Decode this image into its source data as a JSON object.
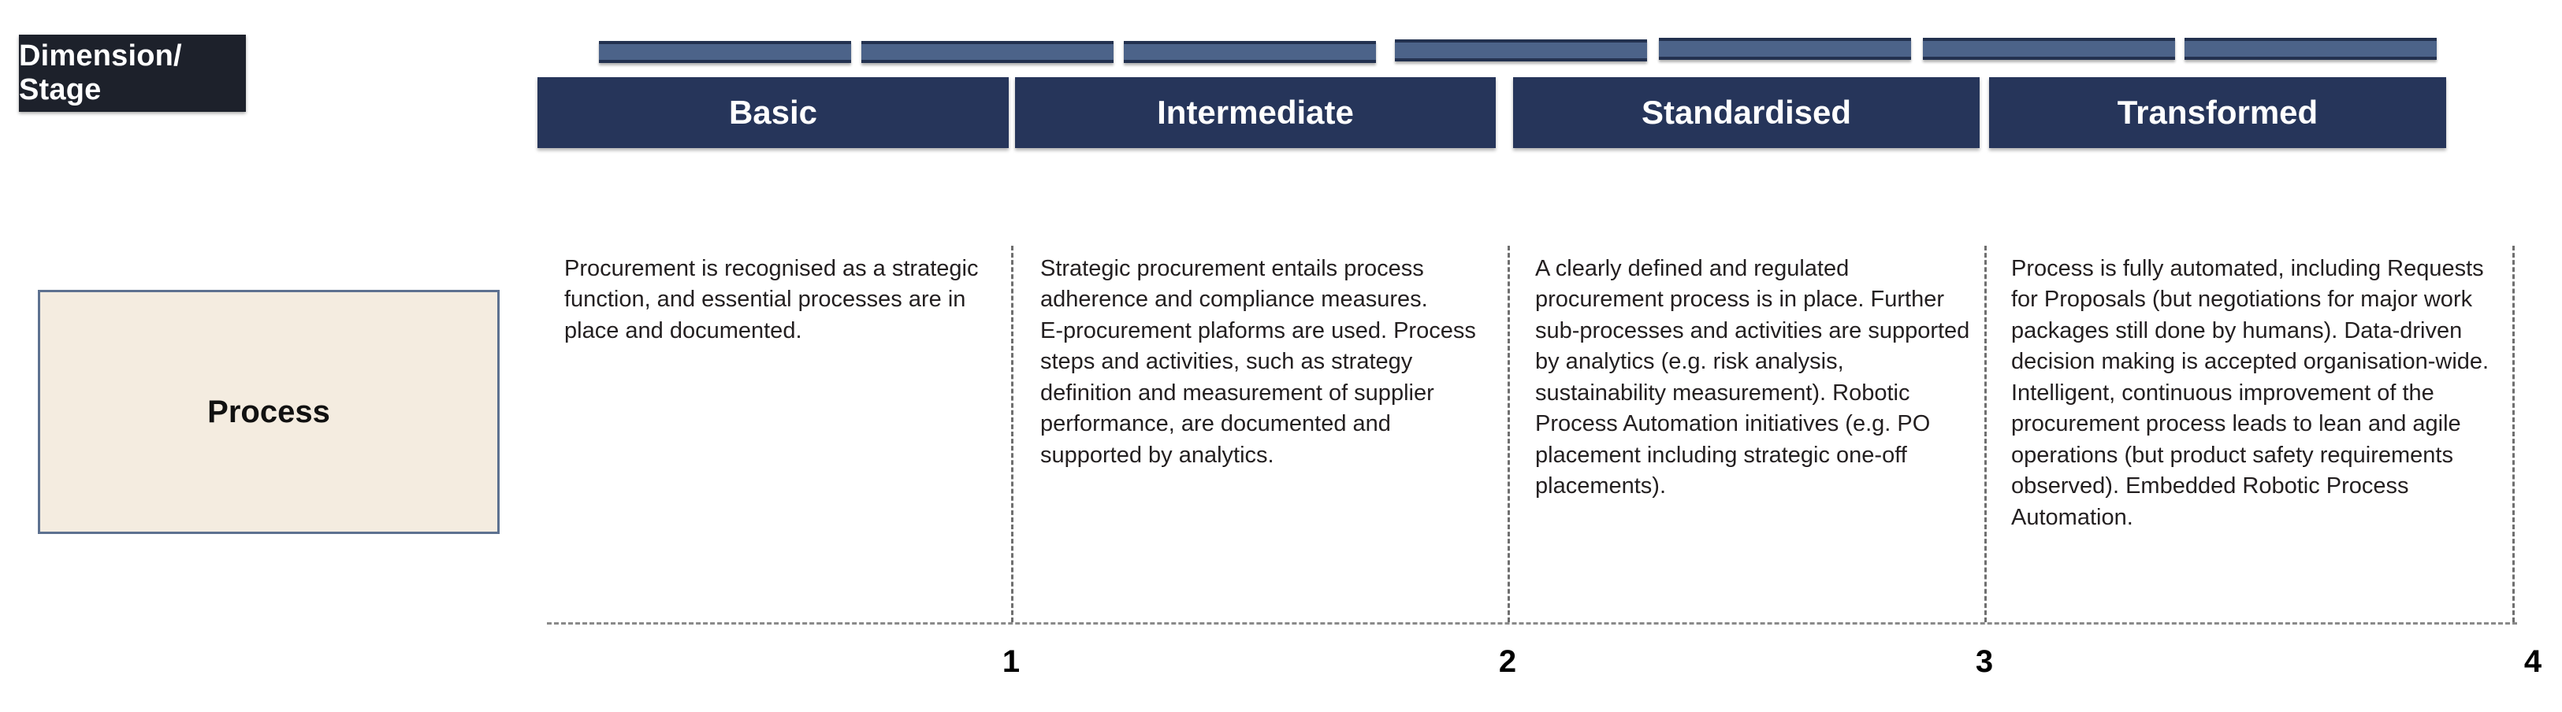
{
  "table": {
    "dimension_header": "Dimension/ Stage",
    "row_label": "Process",
    "stages": [
      {
        "label": "Basic"
      },
      {
        "label": "Intermediate"
      },
      {
        "label": "Standardised"
      },
      {
        "label": "Transformed"
      }
    ],
    "cells": [
      "Procurement is recognised as a strategic function, and essential processes are in place and documented.",
      "Strategic procurement entails process adherence and compliance measures.\nE-procurement plaforms are used. Process steps and activities, such as strategy definition and measurement of supplier performance,  are documented and supported by analytics.",
      "A clearly defined and regulated procurement process is in place. Further sub-processes and activities are supported by analytics (e.g. risk analysis, sustainability measurement). Robotic Process Automation initiatives (e.g. PO placement including strategic one-off placements).",
      "Process is fully automated, including Requests for Proposals (but negotiations for major work packages still done by humans). Data-driven decision making is accepted organisation-wide. Intelligent, continuous improvement of the procurement process leads to lean and agile operations (but product safety requirements observed). Embedded Robotic Process Automation."
    ],
    "scale_numbers": [
      "1",
      "2",
      "3",
      "4"
    ],
    "tab_count": 7
  },
  "colors": {
    "header_dark": "#1d212b",
    "stage_header": "#26355a",
    "tab_bar": "#4c6389",
    "tab_bar_border": "#23314f",
    "dimension_cell_bg": "#f4ece0",
    "dimension_cell_border": "#5d7190",
    "body_text": "#231f20",
    "dash_line": "#6f6f6f",
    "page_bg": "#ffffff"
  }
}
